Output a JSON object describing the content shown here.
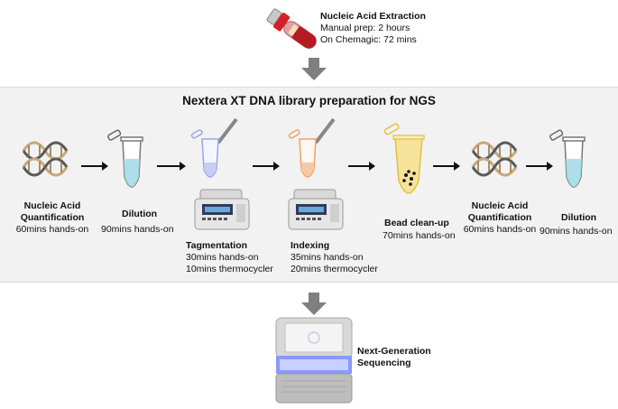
{
  "extraction": {
    "title": "Nucleic Acid Extraction",
    "line1": "Manual prep: 2 hours",
    "line2": "On Chemagic: 72 mins"
  },
  "panel": {
    "title": "Nextera XT DNA library preparation for NGS"
  },
  "steps": [
    {
      "name_l1": "Nucleic Acid",
      "name_l2": "Quantification",
      "detail": "60mins hands-on"
    },
    {
      "name_l1": "Dilution",
      "detail": "90mins hands-on"
    },
    {
      "name_l1": "Tagmentation",
      "detail": "30mins hands-on",
      "detail2": "10mins thermocycler"
    },
    {
      "name_l1": "Indexing",
      "detail": "35mins hands-on",
      "detail2": "20mins thermocycler"
    },
    {
      "name_l1": "Bead clean-up",
      "detail": "70mins hands-on"
    },
    {
      "name_l1": "Nucleic Acid",
      "name_l2": "Quantification",
      "detail": "60mins hands-on"
    },
    {
      "name_l1": "Dilution",
      "detail": "90mins hands-on"
    }
  ],
  "sequencing": {
    "line1": "Next-Generation",
    "line2": "Sequencing"
  },
  "colors": {
    "panel_bg": "#f2f2f2",
    "arrow_gray": "#7f7f7f",
    "tube_blue": "#9fd8e6",
    "tube_purple": "#9aa6e8",
    "tube_orange": "#f0a06a",
    "tube_yellow": "#f6e39a",
    "sequencer_glow": "#7b8cff"
  }
}
